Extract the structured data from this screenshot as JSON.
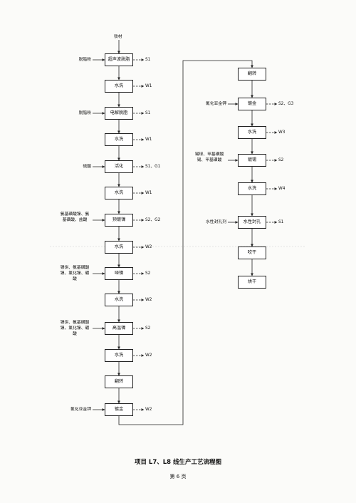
{
  "input": "铁材",
  "left_column": [
    {
      "step": "超声波脱脂",
      "additive": "脱脂粉",
      "emission": "S1"
    },
    {
      "step": "水洗",
      "emission": "W1"
    },
    {
      "step": "电解脱脂",
      "additive": "脱脂粉",
      "emission": "S1"
    },
    {
      "step": "水洗",
      "emission": "W1"
    },
    {
      "step": "活化",
      "additive": "硫酸",
      "emission": "S1、G1"
    },
    {
      "step": "水洗",
      "emission": "W1"
    },
    {
      "step": "预镀镍",
      "additive": "氨基磺酸镍、氨基磺酸、盐酸",
      "emission": "S2、G2"
    },
    {
      "step": "水洗",
      "emission": "W2"
    },
    {
      "step": "哑镍",
      "additive": "镍饼、氨基磺酸镍、氯化镍、硼酸",
      "emission": "S2"
    },
    {
      "step": "水洗",
      "emission": "W2"
    },
    {
      "step": "高温镍",
      "additive": "镍饼、氨基磺酸镍、氯化镍、硼酸",
      "emission": "S2"
    },
    {
      "step": "水洗",
      "emission": "W2"
    },
    {
      "step": "翻转"
    },
    {
      "step": "镀金",
      "additive": "氰化亚金钾",
      "emission": "W2"
    }
  ],
  "right_column": [
    {
      "step": "翻转"
    },
    {
      "step": "镀金",
      "additive": "氰化亚金钾",
      "emission": "S2、G3"
    },
    {
      "step": "水洗",
      "emission": "W3"
    },
    {
      "step": "镀锡",
      "additive": "锡球、甲基磺酸锡、甲基磺酸",
      "emission": "S2"
    },
    {
      "step": "水洗",
      "emission": "W4"
    },
    {
      "step": "水性封孔",
      "additive": "水性封孔剂",
      "emission": "S1"
    },
    {
      "step": "吹干"
    },
    {
      "step": "烘干"
    }
  ],
  "caption": "项目 L7、L8 线生产工艺流程图",
  "page": "第 6 页"
}
